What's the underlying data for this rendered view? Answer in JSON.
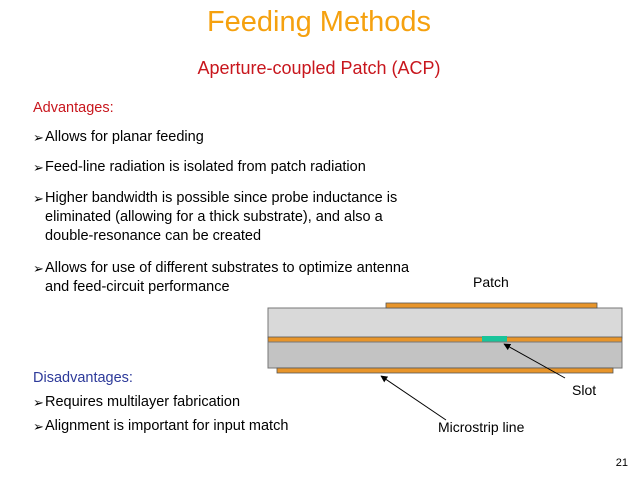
{
  "slide": {
    "title": "Feeding Methods",
    "subtitle": "Aperture-coupled Patch (ACP)",
    "advantages_heading": "Advantages:",
    "advantages": [
      "Allows for planar feeding",
      "Feed-line radiation is isolated from patch radiation",
      "Higher bandwidth is possible since probe inductance is\neliminated (allowing for a thick substrate), and also a\ndouble-resonance can be created",
      "Allows for use of different substrates to optimize antenna\nand feed-circuit performance"
    ],
    "disadvantages_heading": "Disadvantages:",
    "disadvantages": [
      "Requires multilayer fabrication",
      "Alignment is important for input match"
    ],
    "page_number": "21"
  },
  "diagram": {
    "label_patch": "Patch",
    "label_slot": "Slot",
    "label_microstrip": "Microstrip line"
  },
  "colors": {
    "title": "#f5a10f",
    "subtitle": "#c8161d",
    "advantages_heading": "#c8161d",
    "disadvantages_heading": "#2d3a9a",
    "substrate": "#d9d9d9",
    "substrate_lower": "#c3c3c3",
    "copper": "#e8952a",
    "slot": "#19c49a"
  }
}
